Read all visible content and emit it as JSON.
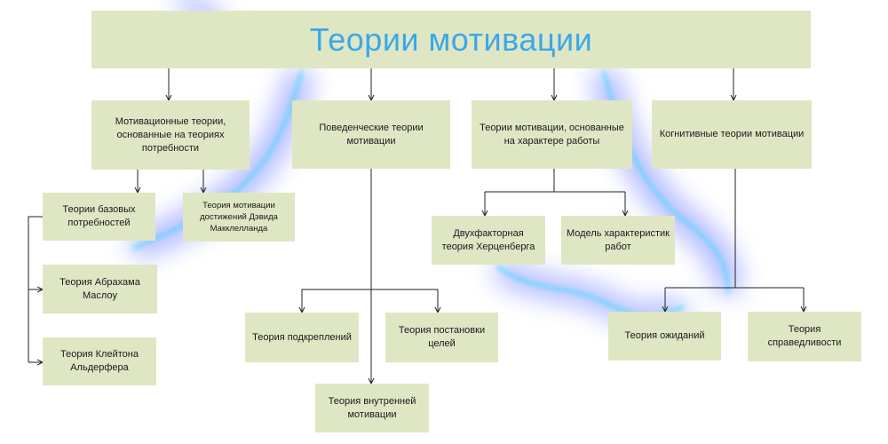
{
  "title": "Теории мотивации",
  "groups": [
    {
      "label": "Мотивационные теории, основанные на теориях потребности",
      "children": [
        "Теории базовых потребностей",
        "Теория мотивации достижений Дэвида Макклелланда"
      ]
    },
    {
      "label": "Поведенческие теории мотивации",
      "children": [
        "Теория подкреплений",
        "Теория постановки целей",
        "Теория внутренней мотивации"
      ]
    },
    {
      "label": "Теории мотивации, основанные на характере работы",
      "children": [
        "Двухфакторная теория Херценберга",
        "Модель характеристик работ"
      ]
    },
    {
      "label": "Когнитивные теории мотивации",
      "children": [
        "Теория ожиданий",
        "Теория справедливости"
      ]
    }
  ],
  "basic_needs_subtheories": [
    "Теория Абрахама Маслоу",
    "Теория Клейтона Альдерфера"
  ],
  "colors": {
    "box": "#dfe6c4",
    "title_text": "#3aa8e8",
    "line": "#222222",
    "glow": "#39d6ff"
  }
}
